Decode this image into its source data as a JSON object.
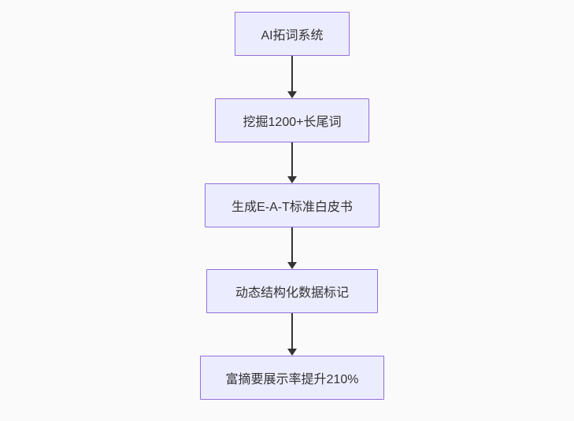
{
  "page": {
    "background_color": "#fafafa"
  },
  "flowchart": {
    "type": "flowchart",
    "direction": "top-down",
    "style": {
      "node_fill_color": "#ececff",
      "node_border_color": "#9370db",
      "arrow_color": "#333333",
      "text_color": "#333333"
    },
    "nodes": [
      {
        "id": "1",
        "label": "AI拓词系统"
      },
      {
        "id": "2",
        "label": "挖掘1200+长尾词"
      },
      {
        "id": "3",
        "label": "生成E-A-T标准白皮书"
      },
      {
        "id": "4",
        "label": "动态结构化数据标记"
      },
      {
        "id": "5",
        "label": "富摘要展示率提升210%"
      }
    ],
    "edges": [
      {
        "from": "1",
        "to": "2"
      },
      {
        "from": "2",
        "to": "3"
      },
      {
        "from": "3",
        "to": "4"
      },
      {
        "from": "4",
        "to": "5"
      }
    ]
  }
}
